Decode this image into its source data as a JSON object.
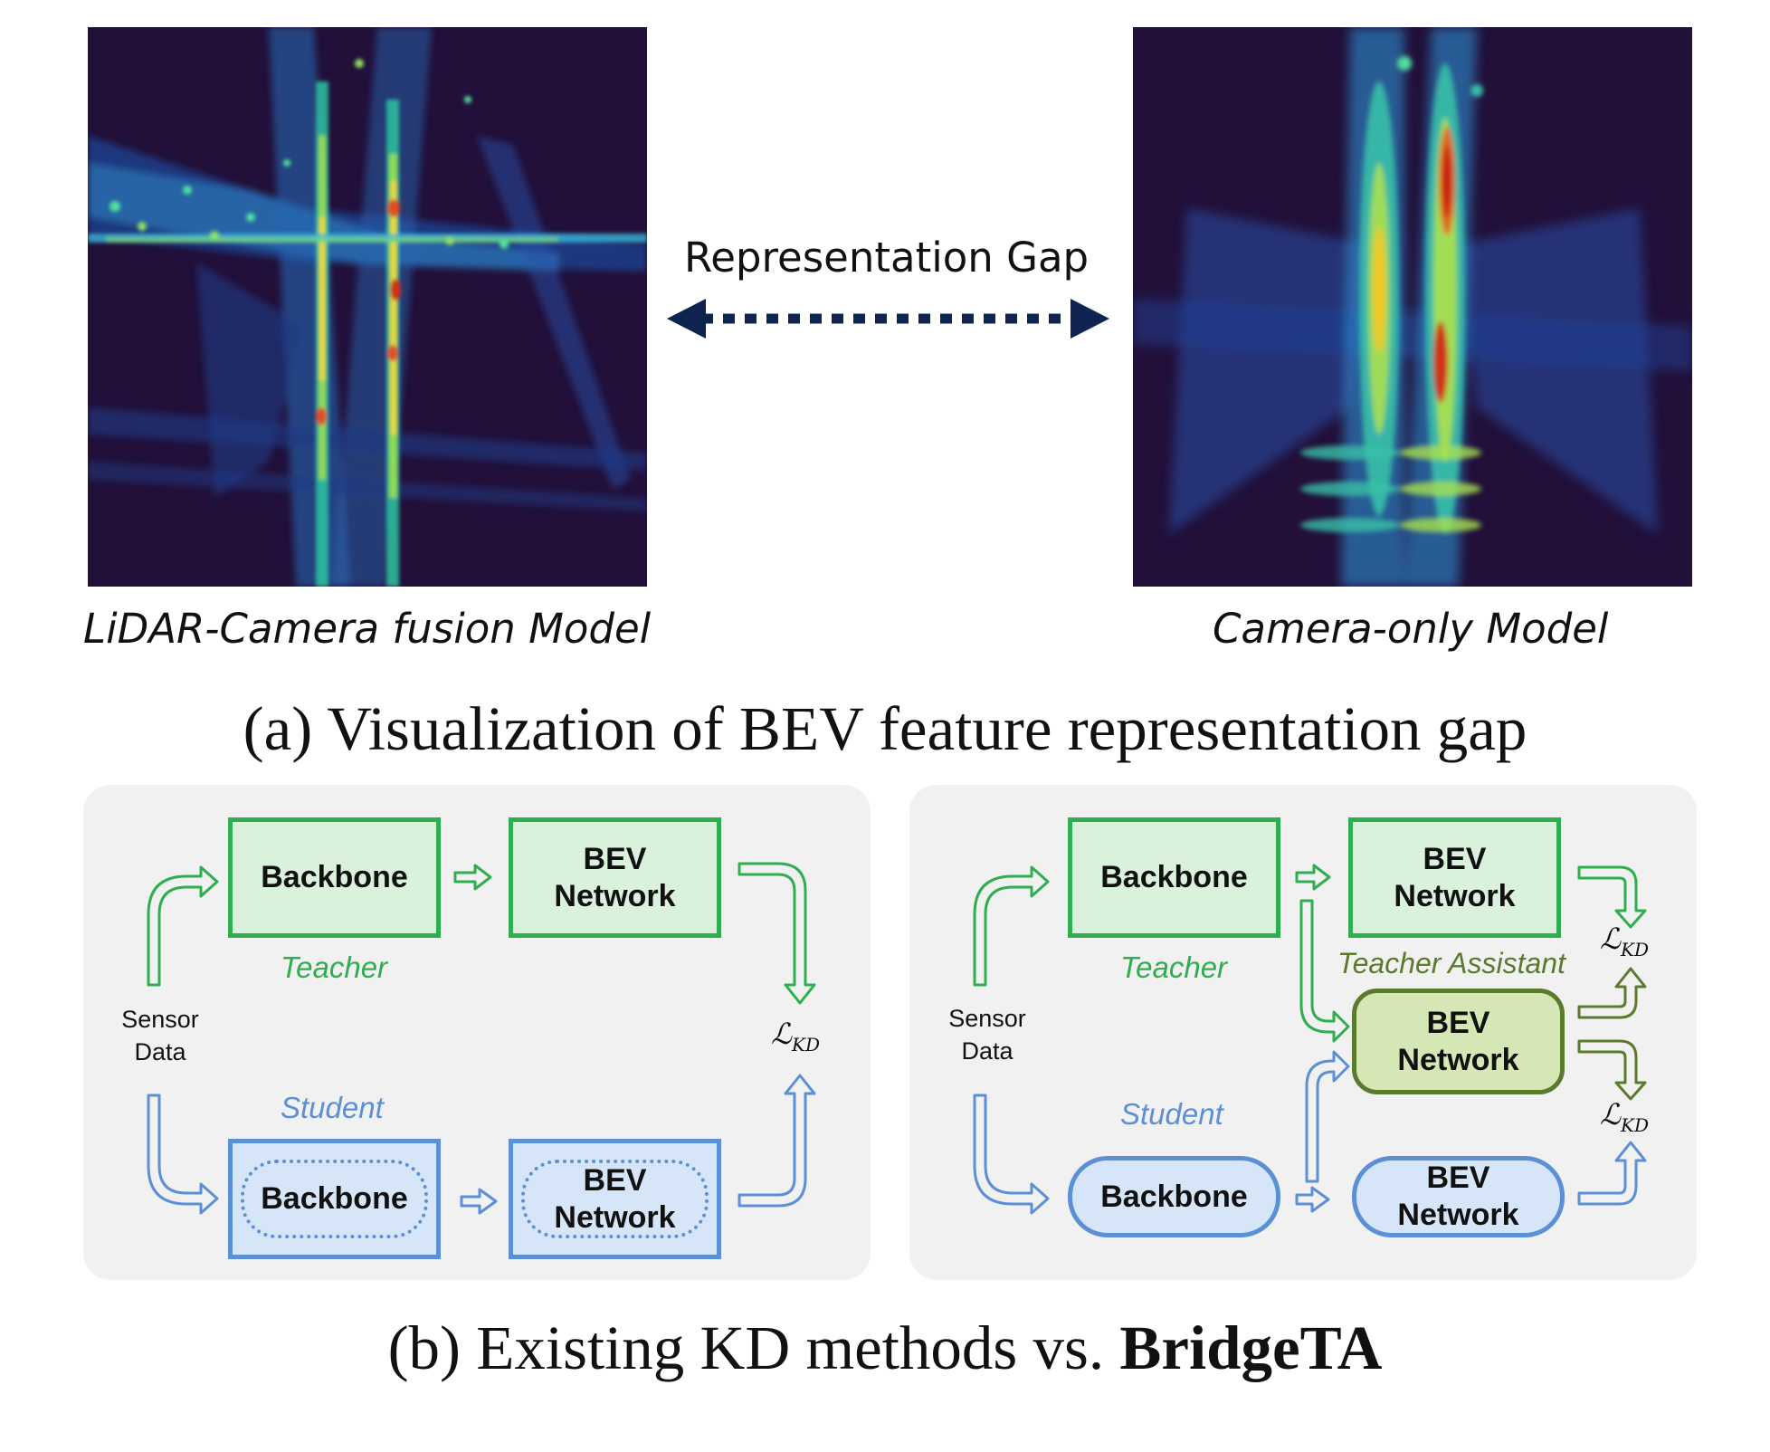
{
  "top": {
    "left_label": "LiDAR-Camera fusion Model",
    "right_label": "Camera-only Model",
    "gap_label": "Representation Gap",
    "caption": "(a) Visualization of BEV feature representation gap"
  },
  "existing": {
    "sensor_line1": "Sensor",
    "sensor_line2": "Data",
    "teacher_backbone": "Backbone",
    "teacher_bev_line1": "BEV",
    "teacher_bev_line2": "Network",
    "teacher_label": "Teacher",
    "student_label": "Student",
    "student_backbone": "Backbone",
    "student_bev_line1": "BEV",
    "student_bev_line2": "Network",
    "loss_main": "ℒ",
    "loss_sub": "KD"
  },
  "bridgeta": {
    "sensor_line1": "Sensor",
    "sensor_line2": "Data",
    "teacher_backbone": "Backbone",
    "teacher_bev_line1": "BEV",
    "teacher_bev_line2": "Network",
    "teacher_label": "Teacher",
    "ta_label": "Teacher Assistant",
    "ta_bev_line1": "BEV",
    "ta_bev_line2": "Network",
    "student_label": "Student",
    "student_backbone": "Backbone",
    "student_bev_line1": "BEV",
    "student_bev_line2": "Network",
    "loss_main": "ℒ",
    "loss_sub": "KD"
  },
  "bottom": {
    "caption_prefix": "(b) Existing KD methods vs. ",
    "caption_bold": "BridgeTA"
  },
  "colors": {
    "teacher_green": "#2fae4f",
    "student_blue": "#5b8fd6",
    "ta_olive": "#5a7a2e",
    "gap_arrow": "#0f2350",
    "heatmap_bg": "#22103a"
  }
}
